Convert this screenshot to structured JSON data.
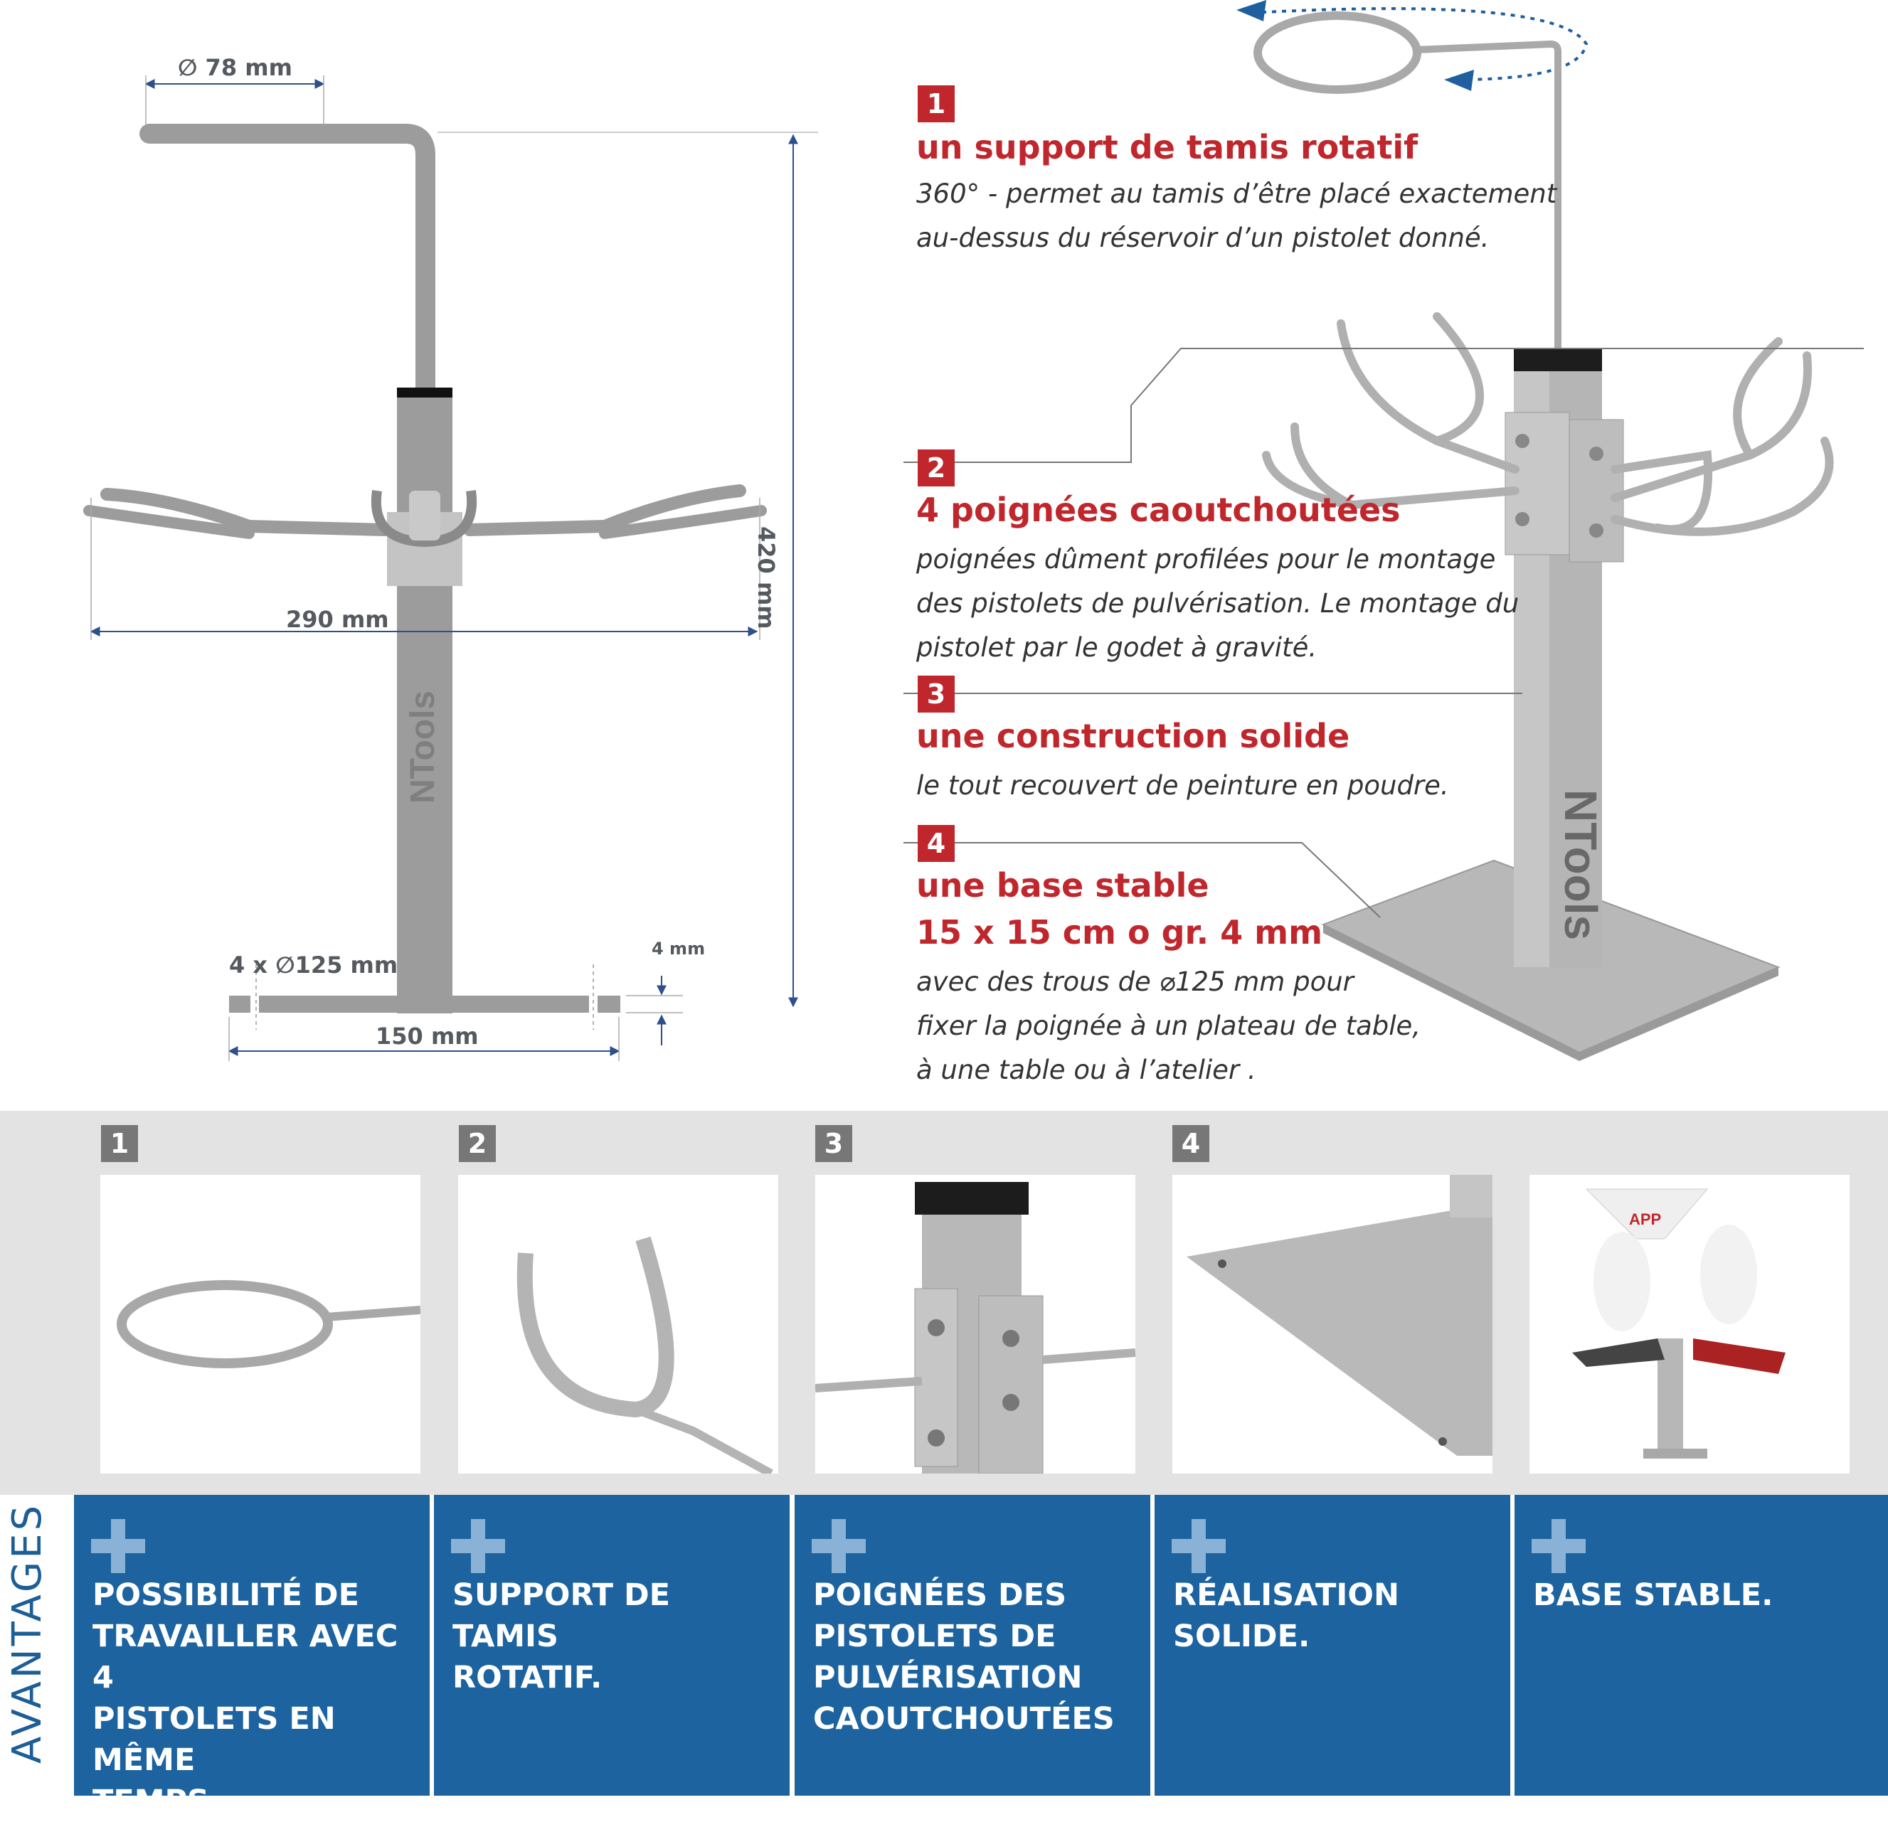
{
  "dimensions": {
    "ring_diameter": "∅ 78 mm",
    "width": "290 mm",
    "height": "420 mm",
    "holes": "4 x ∅125 mm",
    "thickness": "4 mm",
    "base": "150 mm"
  },
  "brand": "NTools",
  "features": [
    {
      "number": "1",
      "title": "un support de tamis rotatif",
      "lines": [
        "360° - permet au tamis d’être placé exactement",
        "au-dessus du réservoir d’un pistolet donné."
      ]
    },
    {
      "number": "2",
      "title": "4 poignées caoutchoutées",
      "lines": [
        "poignées dûment profilées pour le montage",
        "des pistolets de pulvérisation. Le montage du",
        "pistolet par le godet à gravité."
      ]
    },
    {
      "number": "3",
      "title": "une construction solide",
      "lines": [
        "le tout recouvert de peinture en poudre."
      ]
    },
    {
      "number": "4",
      "title": "une base stable",
      "title2": "15 x 15 cm o gr. 4 mm",
      "lines": [
        "avec des trous de ⌀125 mm pour",
        "fixer la poignée à un plateau de table,",
        "à une table ou à l’atelier ."
      ]
    }
  ],
  "gallery": {
    "numbers": [
      "1",
      "2",
      "3",
      "4"
    ],
    "photo5_label": "APP"
  },
  "advantages": {
    "label": "AVANTAGES",
    "items": [
      [
        "POSSIBILITÉ DE",
        "TRAVAILLER AVEC  4",
        "PISTOLETS EN MÊME",
        "TEMPS."
      ],
      [
        "SUPPORT DE TAMIS",
        "ROTATIF."
      ],
      [
        "POIGNÉES DES",
        "PISTOLETS DE",
        "PULVÉRISATION",
        "CAOUTCHOUTÉES"
      ],
      [
        "RÉALISATION",
        "SOLIDE."
      ],
      [
        "BASE STABLE."
      ]
    ]
  },
  "colors": {
    "accent": "#c0272d",
    "blue": "#1c63a0",
    "gray_band": "#e3e3e3",
    "number_gray": "#777777"
  }
}
